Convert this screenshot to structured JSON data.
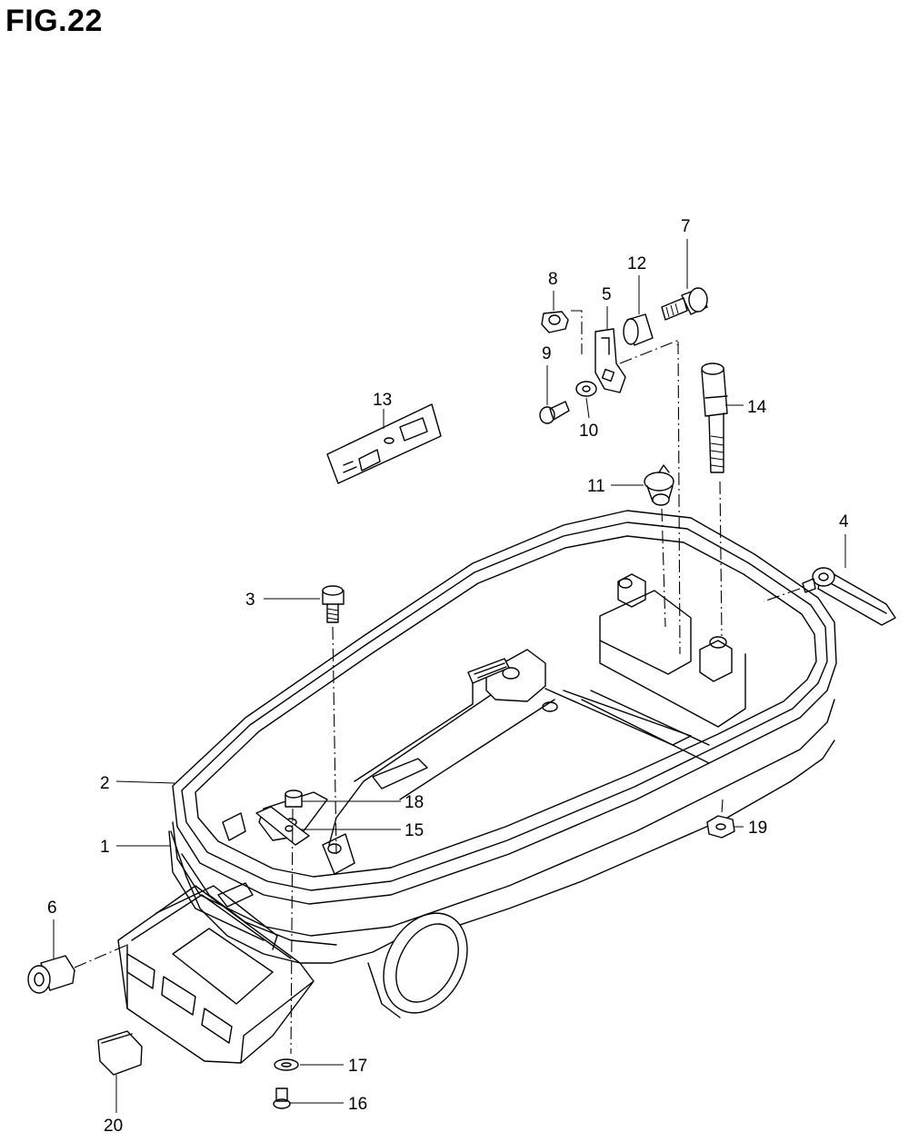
{
  "figure": {
    "title": "FIG.22"
  },
  "callouts": [
    {
      "id": "c1",
      "label": "1"
    },
    {
      "id": "c2",
      "label": "2"
    },
    {
      "id": "c3",
      "label": "3"
    },
    {
      "id": "c4",
      "label": "4"
    },
    {
      "id": "c5",
      "label": "5"
    },
    {
      "id": "c6",
      "label": "6"
    },
    {
      "id": "c7",
      "label": "7"
    },
    {
      "id": "c8",
      "label": "8"
    },
    {
      "id": "c9",
      "label": "9"
    },
    {
      "id": "c10",
      "label": "10"
    },
    {
      "id": "c11",
      "label": "11"
    },
    {
      "id": "c12",
      "label": "12"
    },
    {
      "id": "c13",
      "label": "13"
    },
    {
      "id": "c14",
      "label": "14"
    },
    {
      "id": "c15",
      "label": "15"
    },
    {
      "id": "c16",
      "label": "16"
    },
    {
      "id": "c17",
      "label": "17"
    },
    {
      "id": "c18",
      "label": "18"
    },
    {
      "id": "c19",
      "label": "19"
    },
    {
      "id": "c20",
      "label": "20"
    }
  ]
}
